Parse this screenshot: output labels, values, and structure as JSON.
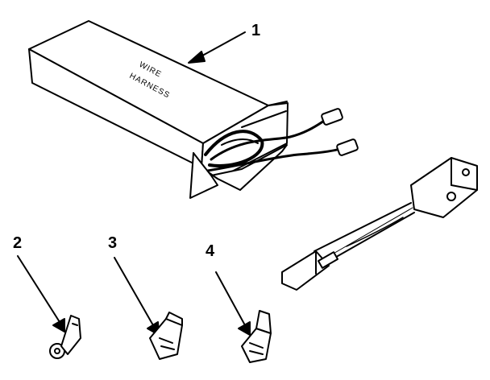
{
  "callouts": {
    "part1": "1",
    "part2": "2",
    "part3": "3",
    "part4": "4"
  },
  "box_label": {
    "line1": "WIRE",
    "line2": "HARNESS"
  },
  "colors": {
    "ink": "#000000",
    "paper": "#ffffff"
  }
}
